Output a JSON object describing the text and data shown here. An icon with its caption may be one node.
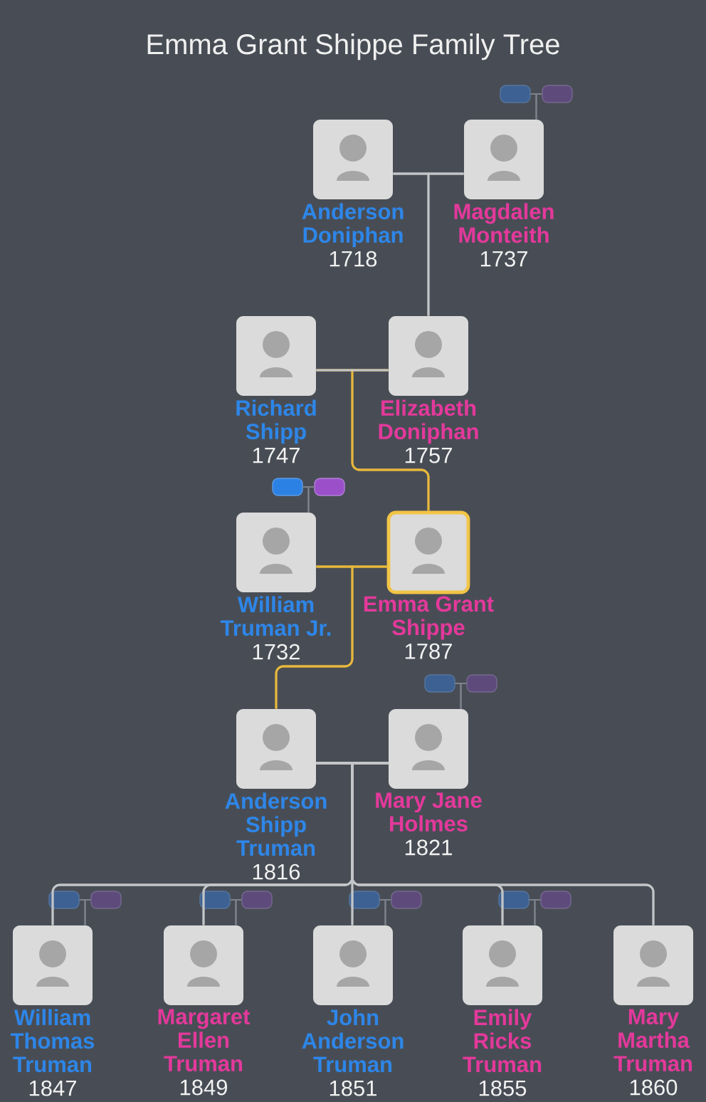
{
  "diagram": {
    "title": "Emma Grant Shippe Family Tree",
    "nodes": [
      {
        "text": [],
        "shape": "box"
      },
      {
        "text": [],
        "shape": "box"
      },
      {
        "text": [
          "Anderson Doniphan",
          "1718"
        ]
      },
      {
        "text": [
          "Magdalen Monteith",
          "1737"
        ]
      },
      {
        "text": [
          "Richard Shipp",
          "1747"
        ]
      },
      {
        "text": [
          "Elizabeth Doniphan",
          "1757"
        ]
      },
      {
        "text": [],
        "shape": "box"
      },
      {
        "text": [],
        "shape": "box"
      },
      {
        "text": [
          "William Truman Jr.",
          "1732"
        ]
      },
      {
        "text": [
          "Emma Grant Shippe",
          "1787"
        ]
      },
      {
        "text": [],
        "shape": "box"
      },
      {
        "text": [],
        "shape": "box"
      },
      {
        "text": [
          "Anderson Shipp Truman",
          "1816"
        ]
      },
      {
        "text": [
          "Mary Jane Holmes",
          "1821"
        ]
      },
      {
        "text": [],
        "shape": "box"
      },
      {
        "text": [],
        "shape": "box"
      },
      {
        "text": [],
        "shape": "box"
      },
      {
        "text": [],
        "shape": "box"
      },
      {
        "text": [],
        "shape": "box"
      },
      {
        "text": [],
        "shape": "box"
      },
      {
        "text": [],
        "shape": "box"
      },
      {
        "text": [],
        "shape": "box"
      },
      {
        "text": [
          "William Thomas Truman",
          "1847"
        ]
      },
      {
        "text": [
          "Margaret Ellen Truman",
          "1849"
        ]
      },
      {
        "text": [
          "John Anderson Truman",
          "1851"
        ]
      },
      {
        "text": [
          "Emily Ricks Truman",
          "1855"
        ]
      },
      {
        "text": [
          "Mary Martha Truman",
          "1860"
        ]
      }
    ],
    "edges": [
      {
        "from": 0,
        "to": 1,
        "arrow": "none"
      },
      {
        "from": 0,
        "to": 3,
        "arrow": "none"
      },
      {
        "from": 1,
        "to": 3,
        "arrow": "none"
      },
      {
        "from": 2,
        "to": 3,
        "arrow": "none",
        "color": "#c3c5c8"
      },
      {
        "from": 2,
        "to": 5,
        "arrow": "none",
        "color": "#c3c5c8"
      },
      {
        "from": 3,
        "to": 5,
        "arrow": "none",
        "color": "#c3c5c8"
      },
      {
        "from": 4,
        "to": 5,
        "arrow": "none",
        "color": "#c3c5c8"
      },
      {
        "from": 4,
        "to": 9,
        "arrow": "none",
        "color": "#e8b83c"
      },
      {
        "from": 5,
        "to": 9,
        "arrow": "none",
        "color": "#e8b83c"
      },
      {
        "from": 6,
        "to": 7,
        "arrow": "none"
      },
      {
        "from": 6,
        "to": 8,
        "arrow": "none"
      },
      {
        "from": 7,
        "to": 8,
        "arrow": "none"
      },
      {
        "from": 8,
        "to": 9,
        "arrow": "none",
        "color": "#e8b83c"
      },
      {
        "from": 8,
        "to": 12,
        "arrow": "none",
        "color": "#e8b83c"
      },
      {
        "from": 9,
        "to": 12,
        "arrow": "none",
        "color": "#e8b83c"
      },
      {
        "from": 10,
        "to": 11,
        "arrow": "none"
      },
      {
        "from": 10,
        "to": 13,
        "arrow": "none"
      },
      {
        "from": 11,
        "to": 13,
        "arrow": "none"
      },
      {
        "from": 12,
        "to": 13,
        "arrow": "none",
        "color": "#c3c5c8"
      },
      {
        "from": 12,
        "to": 22,
        "arrow": "none",
        "color": "#c3c5c8"
      },
      {
        "from": 13,
        "to": 22,
        "arrow": "none",
        "color": "#c3c5c8"
      },
      {
        "from": 12,
        "to": 23,
        "arrow": "none",
        "color": "#c3c5c8"
      },
      {
        "from": 13,
        "to": 23,
        "arrow": "none",
        "color": "#c3c5c8"
      },
      {
        "from": 12,
        "to": 24,
        "arrow": "none",
        "color": "#c3c5c8"
      },
      {
        "from": 13,
        "to": 24,
        "arrow": "none",
        "color": "#c3c5c8"
      },
      {
        "from": 12,
        "to": 25,
        "arrow": "none",
        "color": "#c3c5c8"
      },
      {
        "from": 13,
        "to": 25,
        "arrow": "none",
        "color": "#c3c5c8"
      },
      {
        "from": 12,
        "to": 26,
        "arrow": "none",
        "color": "#c3c5c8"
      },
      {
        "from": 13,
        "to": 26,
        "arrow": "none",
        "color": "#c3c5c8"
      },
      {
        "from": 14,
        "to": 15,
        "arrow": "none"
      },
      {
        "from": 14,
        "to": 22,
        "arrow": "none"
      },
      {
        "from": 15,
        "to": 22,
        "arrow": "none"
      },
      {
        "from": 16,
        "to": 17,
        "arrow": "none"
      },
      {
        "from": 16,
        "to": 23,
        "arrow": "none"
      },
      {
        "from": 17,
        "to": 23,
        "arrow": "none"
      },
      {
        "from": 18,
        "to": 19,
        "arrow": "none"
      },
      {
        "from": 18,
        "to": 24,
        "arrow": "none"
      },
      {
        "from": 19,
        "to": 24,
        "arrow": "none"
      },
      {
        "from": 20,
        "to": 21,
        "arrow": "none"
      },
      {
        "from": 20,
        "to": 25,
        "arrow": "none"
      },
      {
        "from": 21,
        "to": 25,
        "arrow": "none"
      }
    ]
  }
}
